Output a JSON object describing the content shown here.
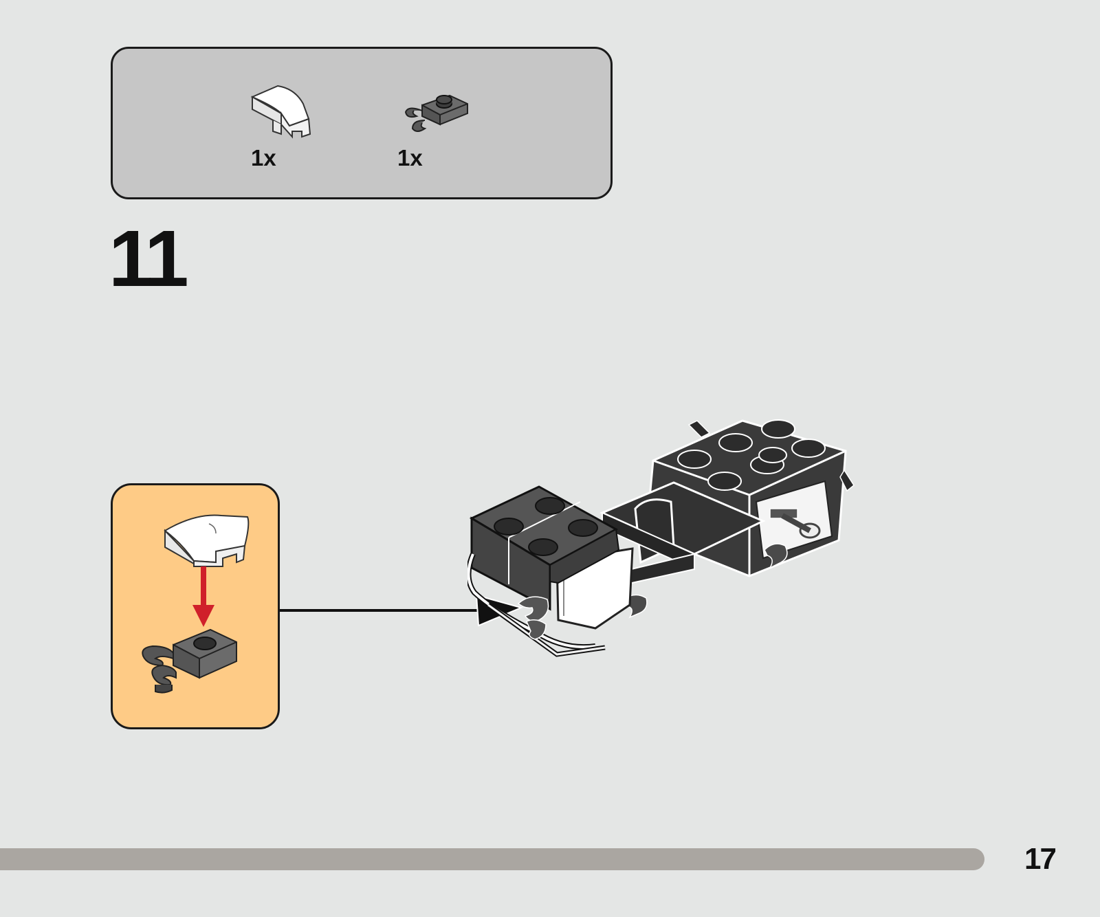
{
  "parts_list": {
    "items": [
      {
        "icon": "white-curved-slope-brick-icon",
        "quantity": "1x",
        "color": "#ffffff"
      },
      {
        "icon": "dark-gray-clip-plate-icon",
        "quantity": "1x",
        "color": "#5b5b5b"
      }
    ]
  },
  "step": {
    "number": "11"
  },
  "callout": {
    "background": "#fecb86",
    "arrow_color": "#d0202a",
    "icons": [
      "white-curved-slope-brick-icon",
      "red-down-arrow-icon",
      "dark-gray-clip-plate-icon"
    ]
  },
  "model": {
    "icon": "partial-vehicle-assembly-icon",
    "pointer": "black-pointer-arrow-icon"
  },
  "footer": {
    "page_number": "17"
  }
}
